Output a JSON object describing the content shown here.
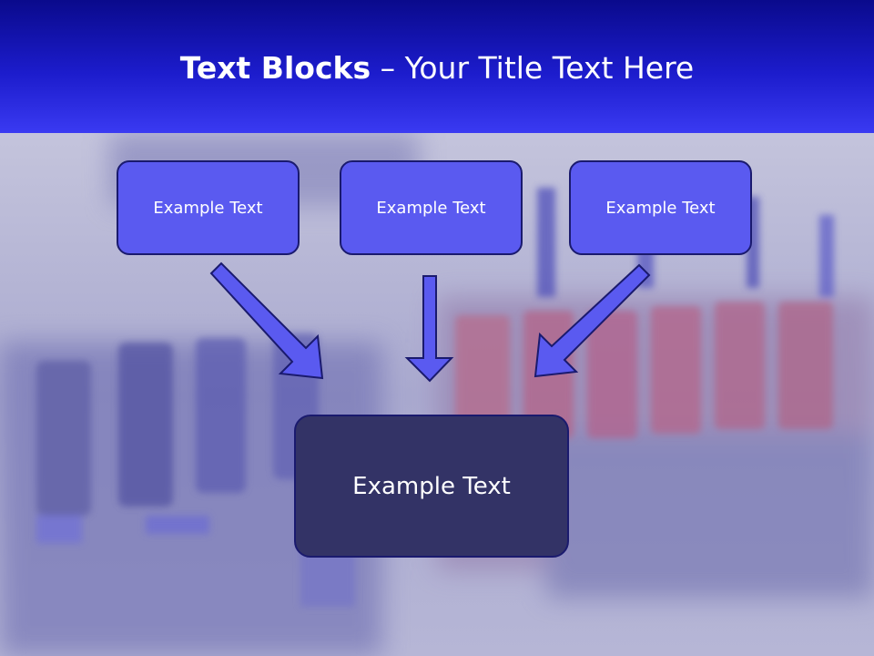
{
  "slide": {
    "title_bold": "Text Blocks",
    "title_dash": " – ",
    "title_rest": "Your Title Text Here"
  },
  "boxes": {
    "top_left": "Example Text",
    "top_center": "Example Text",
    "top_right": "Example Text",
    "bottom": "Example Text"
  },
  "colors": {
    "header_top": "#0a0a8c",
    "header_bottom": "#3a3af2",
    "small_box_fill": "#5a5af0",
    "big_box_fill": "#333366",
    "arrow_fill": "#5a5af0",
    "box_border": "#1a1a6e"
  }
}
